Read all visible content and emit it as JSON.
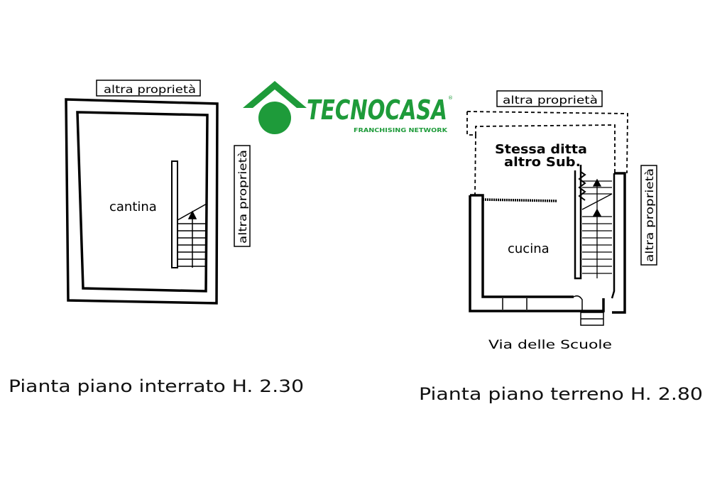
{
  "logo": {
    "brand": "TECNOCASA",
    "tagline": "FRANCHISING NETWORK",
    "color": "#1e9b3a"
  },
  "basement": {
    "room_label": "cantina",
    "neighbor_top": "altra proprietà",
    "neighbor_right": "altra proprietà",
    "caption": "Pianta piano interrato H. 2.30"
  },
  "ground": {
    "room_label": "cucina",
    "other_unit_line1": "Stessa ditta",
    "other_unit_line2": "altro Sub.",
    "neighbor_top": "altra proprietà",
    "neighbor_right": "altra proprietà",
    "street": "Via delle Scuole",
    "caption": "Pianta piano terreno H. 2.80"
  }
}
